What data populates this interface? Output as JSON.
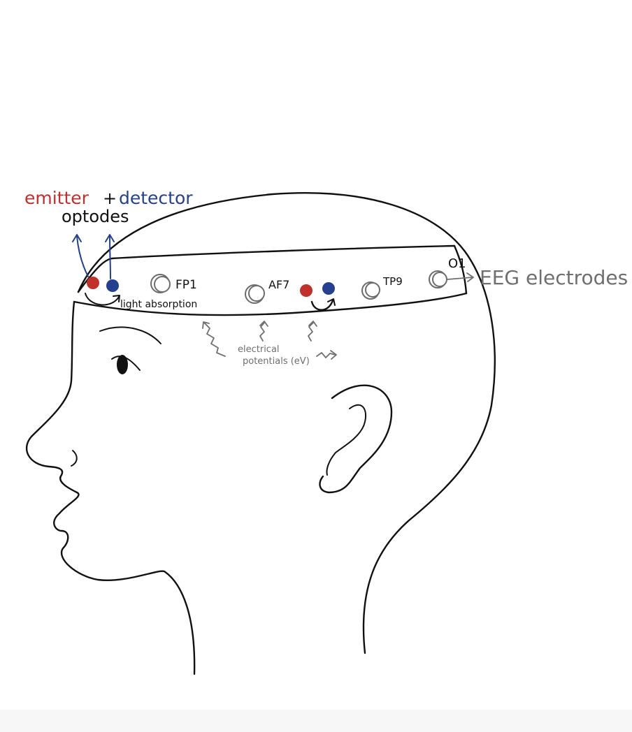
{
  "labels": {
    "emitter": "emitter",
    "plus": "+",
    "detector": "detector",
    "optodes": "optodes",
    "light_absorption": "light absorption",
    "eeg_electrodes": "EEG electrodes",
    "electrical_potentials_line1": "electrical",
    "electrical_potentials_line2": "potentials (eV)"
  },
  "electrodes": [
    {
      "label": "FP1"
    },
    {
      "label": "AF7"
    },
    {
      "label": "TP9"
    },
    {
      "label": "O1"
    }
  ],
  "colors": {
    "emitter": "#c0302c",
    "detector": "#24408f",
    "electrode": "#6c6c6c",
    "ink": "#111111",
    "annotation": "#6f6f6f"
  }
}
